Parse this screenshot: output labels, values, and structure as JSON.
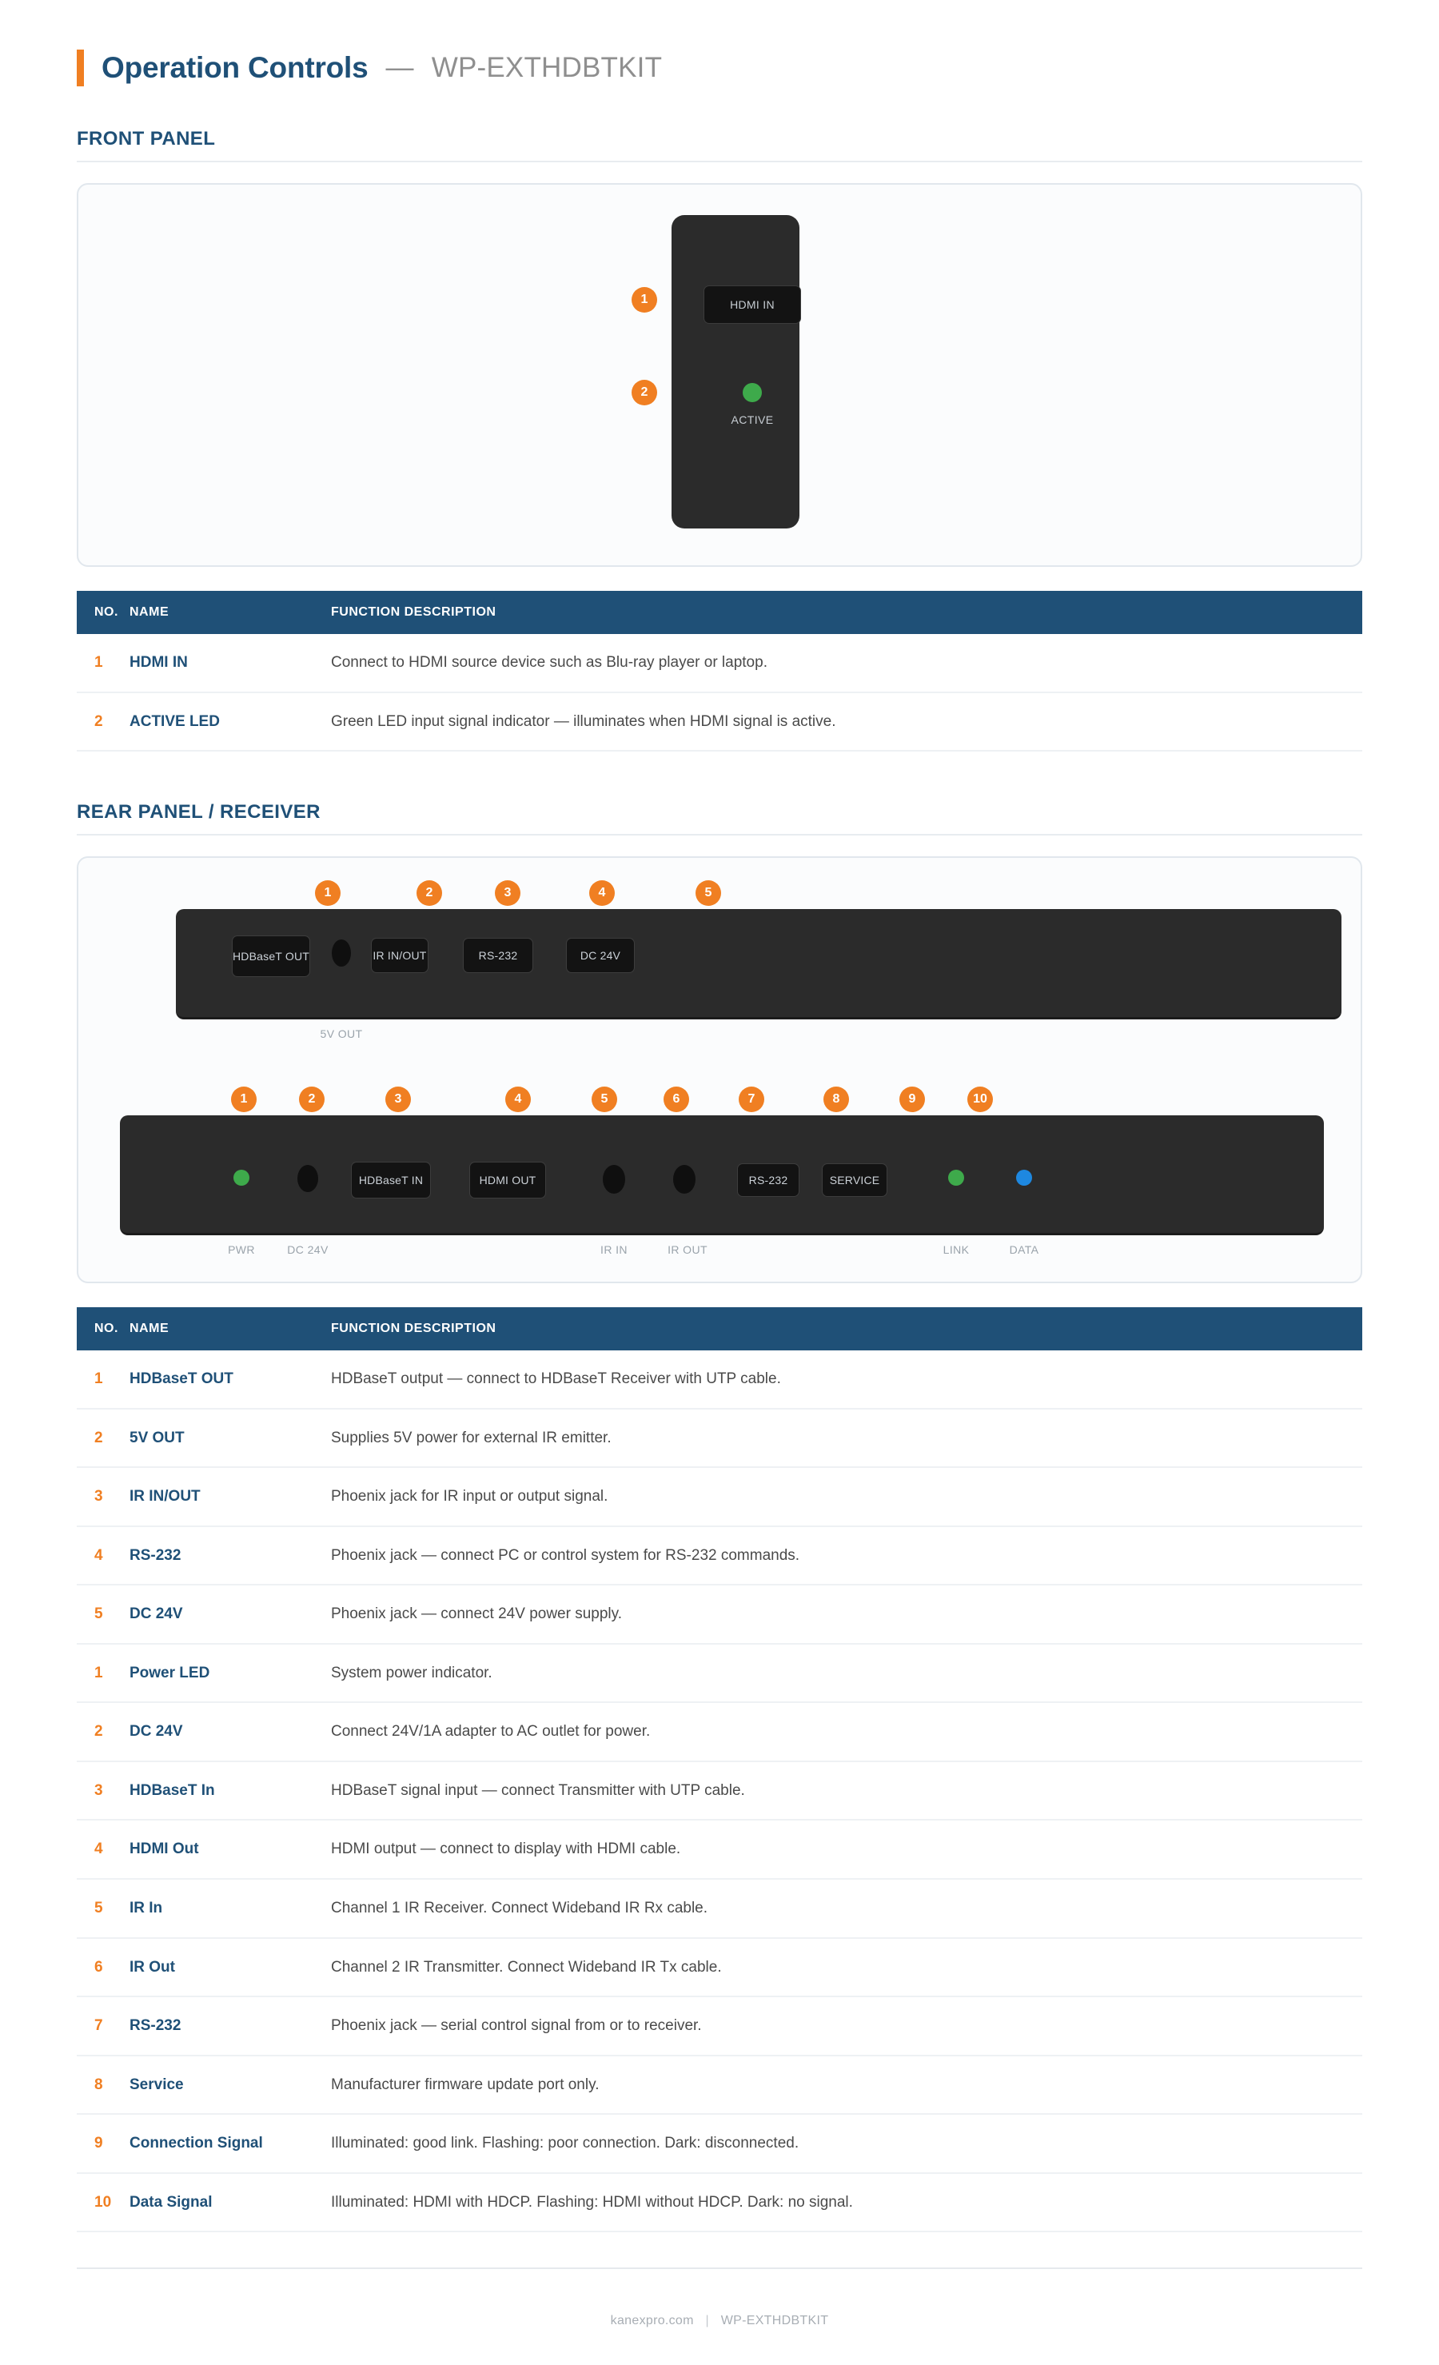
{
  "header": {
    "title": "Operation Controls",
    "dash": "—",
    "subtitle": "WP-EXTHDBTKIT"
  },
  "accent_colors": {
    "orange": "#f07f22",
    "navy": "#1f5077",
    "green_led": "#3eaa4b",
    "blue_led": "#1e88e0",
    "chassis": "#2b2b2b",
    "port": "#131313"
  },
  "front_section": {
    "heading": "FRONT PANEL",
    "diagram": {
      "badges": [
        "1",
        "2"
      ],
      "hdmi_port_label": "HDMI IN",
      "led_label": "ACTIVE"
    },
    "table": {
      "columns": [
        "NO.",
        "NAME",
        "FUNCTION DESCRIPTION"
      ],
      "rows": [
        {
          "no": "1",
          "name": "HDMI IN",
          "desc": "Connect to HDMI source device such as Blu-ray player or laptop."
        },
        {
          "no": "2",
          "name": "ACTIVE LED",
          "desc": "Green LED input signal indicator — illuminates when HDMI signal is active."
        }
      ]
    }
  },
  "rear_section": {
    "heading": "REAR PANEL / RECEIVER",
    "transmitter": {
      "badges": [
        "1",
        "2",
        "3",
        "4",
        "5"
      ],
      "ports": [
        {
          "label": "HDBaseT OUT",
          "type": "rect"
        },
        {
          "label": "",
          "type": "jack"
        },
        {
          "label": "IR IN/OUT",
          "type": "rect"
        },
        {
          "label": "RS-232",
          "type": "rect"
        },
        {
          "label": "DC 24V",
          "type": "rect"
        }
      ],
      "captions": [
        "5V OUT"
      ]
    },
    "receiver": {
      "badges": [
        "1",
        "2",
        "3",
        "4",
        "5",
        "6",
        "7",
        "8",
        "9",
        "10"
      ],
      "ports": [
        {
          "label": "",
          "type": "led-green"
        },
        {
          "label": "",
          "type": "jack"
        },
        {
          "label": "HDBaseT IN",
          "type": "rect"
        },
        {
          "label": "HDMI OUT",
          "type": "rect"
        },
        {
          "label": "",
          "type": "jack"
        },
        {
          "label": "",
          "type": "jack"
        },
        {
          "label": "RS-232",
          "type": "rect"
        },
        {
          "label": "SERVICE",
          "type": "rect"
        },
        {
          "label": "",
          "type": "led-green"
        },
        {
          "label": "",
          "type": "led-blue"
        }
      ],
      "captions": [
        "PWR",
        "DC 24V",
        "IR IN",
        "IR OUT",
        "LINK",
        "DATA"
      ]
    },
    "table": {
      "columns": [
        "NO.",
        "NAME",
        "FUNCTION DESCRIPTION"
      ],
      "rows": [
        {
          "no": "1",
          "name": "HDBaseT OUT",
          "desc": "HDBaseT output — connect to HDBaseT Receiver with UTP cable."
        },
        {
          "no": "2",
          "name": "5V OUT",
          "desc": "Supplies 5V power for external IR emitter."
        },
        {
          "no": "3",
          "name": "IR IN/OUT",
          "desc": "Phoenix jack for IR input or output signal."
        },
        {
          "no": "4",
          "name": "RS-232",
          "desc": "Phoenix jack — connect PC or control system for RS-232 commands."
        },
        {
          "no": "5",
          "name": "DC 24V",
          "desc": "Phoenix jack — connect 24V power supply."
        },
        {
          "no": "1",
          "name": "Power LED",
          "desc": "System power indicator."
        },
        {
          "no": "2",
          "name": "DC 24V",
          "desc": "Connect 24V/1A adapter to AC outlet for power."
        },
        {
          "no": "3",
          "name": "HDBaseT In",
          "desc": "HDBaseT signal input — connect Transmitter with UTP cable."
        },
        {
          "no": "4",
          "name": "HDMI Out",
          "desc": "HDMI output — connect to display with HDMI cable."
        },
        {
          "no": "5",
          "name": "IR In",
          "desc": "Channel 1 IR Receiver. Connect Wideband IR Rx cable."
        },
        {
          "no": "6",
          "name": "IR Out",
          "desc": "Channel 2 IR Transmitter. Connect Wideband IR Tx cable."
        },
        {
          "no": "7",
          "name": "RS-232",
          "desc": "Phoenix jack — serial control signal from or to receiver."
        },
        {
          "no": "8",
          "name": "Service",
          "desc": "Manufacturer firmware update port only."
        },
        {
          "no": "9",
          "name": "Connection Signal",
          "desc": "Illuminated: good link. Flashing: poor connection. Dark: disconnected."
        },
        {
          "no": "10",
          "name": "Data Signal",
          "desc": "Illuminated: HDMI with HDCP. Flashing: HDMI without HDCP. Dark: no signal."
        }
      ]
    }
  },
  "footer": {
    "site": "kanexpro.com",
    "separator": "|",
    "model": "WP-EXTHDBTKIT"
  }
}
